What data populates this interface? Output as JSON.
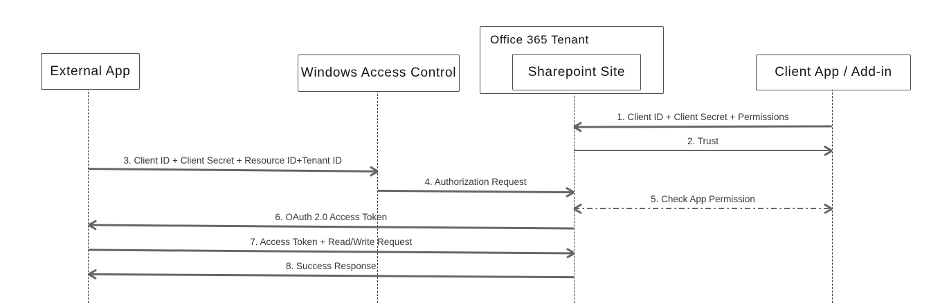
{
  "diagram": {
    "type": "sequence",
    "group": {
      "label": "Office 365 Tenant"
    },
    "actors": [
      {
        "id": "external-app",
        "label": "External App"
      },
      {
        "id": "windows-access-control",
        "label": "Windows Access Control"
      },
      {
        "id": "sharepoint-site",
        "label": "Sharepoint Site"
      },
      {
        "id": "client-app",
        "label": "Client App / Add-in"
      }
    ],
    "messages": [
      {
        "label": "1. Client ID + Client Secret + Permissions",
        "from": "client-app",
        "to": "sharepoint-site",
        "line": "solid",
        "bidirectional": false
      },
      {
        "label": "2. Trust",
        "from": "sharepoint-site",
        "to": "client-app",
        "line": "solid",
        "bidirectional": false
      },
      {
        "label": "3. Client ID + Client Secret + Resource ID+Tenant ID",
        "from": "external-app",
        "to": "windows-access-control",
        "line": "solid",
        "bidirectional": false
      },
      {
        "label": "4. Authorization Request",
        "from": "windows-access-control",
        "to": "sharepoint-site",
        "line": "solid",
        "bidirectional": false
      },
      {
        "label": "5. Check App Permission",
        "from": "sharepoint-site",
        "to": "client-app",
        "line": "dashdot",
        "bidirectional": true
      },
      {
        "label": "6. OAuth 2.0 Access Token",
        "from": "sharepoint-site",
        "to": "external-app",
        "line": "solid",
        "bidirectional": false
      },
      {
        "label": "7. Access Token + Read/Write Request",
        "from": "external-app",
        "to": "sharepoint-site",
        "line": "solid",
        "bidirectional": false
      },
      {
        "label": "8. Success Response",
        "from": "sharepoint-site",
        "to": "external-app",
        "line": "solid",
        "bidirectional": false
      }
    ],
    "colors": {
      "message_line": "#666666",
      "message_text": "#373737",
      "actor_border": "#4f4f4f",
      "actor_text": "#121212",
      "lifeline": "#3d3d3d",
      "background": "#ffffff"
    }
  }
}
